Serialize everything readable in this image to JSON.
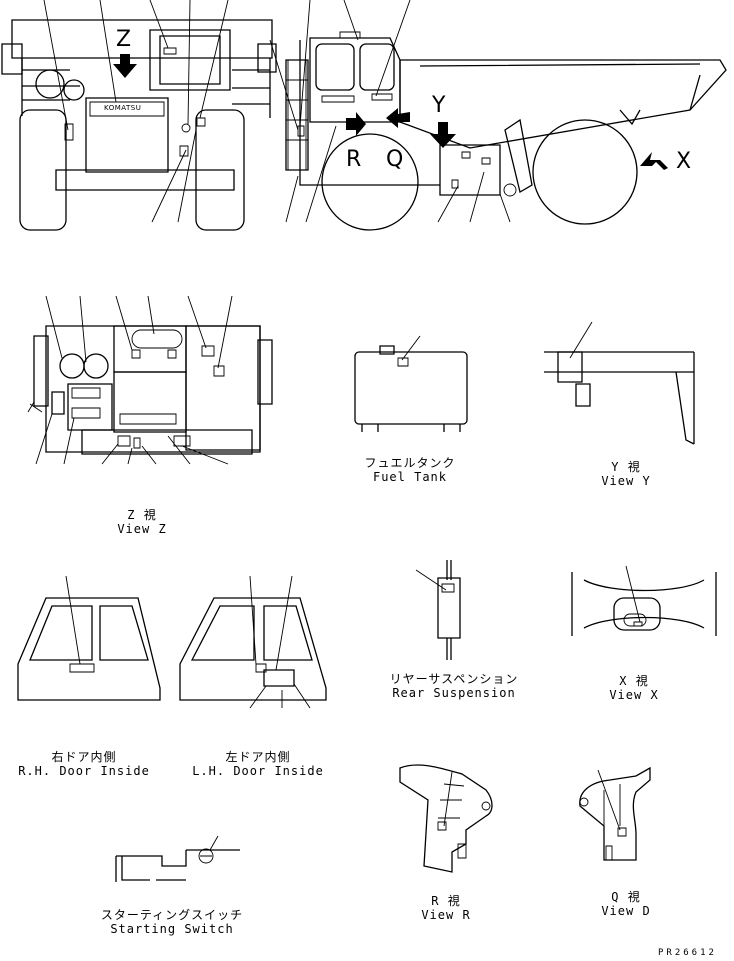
{
  "brand": "KOMATSU",
  "view_markers": {
    "z": "Z",
    "y": "Y",
    "r": "R",
    "q": "Q",
    "x": "X"
  },
  "captions": {
    "view_z": {
      "jp": "Z 視",
      "en": "View Z"
    },
    "fuel_tank": {
      "jp": "フュエルタンク",
      "en": "Fuel Tank"
    },
    "view_y": {
      "jp": "Y 視",
      "en": "View Y"
    },
    "rear_suspension": {
      "jp": "リヤーサスペンション",
      "en": "Rear Suspension"
    },
    "view_x": {
      "jp": "X 視",
      "en": "View X"
    },
    "rh_door": {
      "jp": "右ドア内側",
      "en": "R.H. Door Inside"
    },
    "lh_door": {
      "jp": "左ドア内側",
      "en": "L.H. Door Inside"
    },
    "starting_switch": {
      "jp": "スターティングスイッチ",
      "en": "Starting Switch"
    },
    "view_r": {
      "jp": "R 視",
      "en": "View R"
    },
    "view_q": {
      "jp": "Q 視",
      "en": "View D"
    }
  },
  "drawing_code": "PR26612"
}
